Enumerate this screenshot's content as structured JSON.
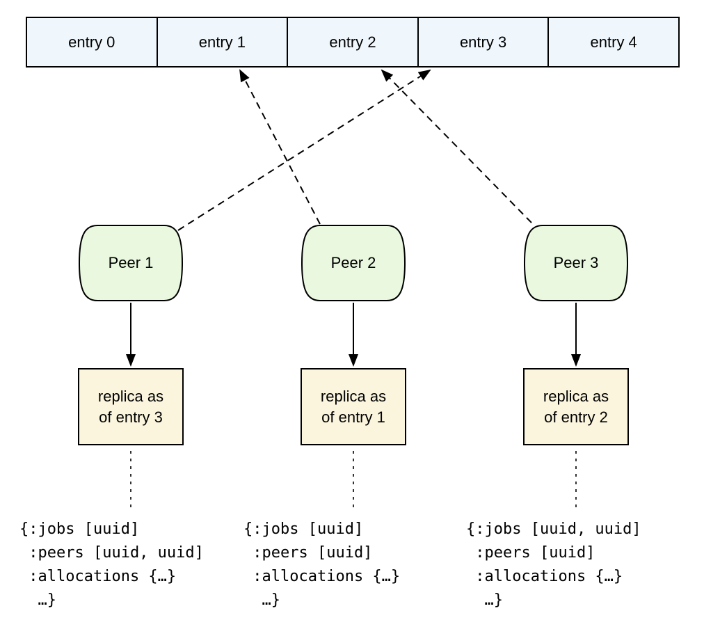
{
  "log": {
    "entries": [
      "entry 0",
      "entry 1",
      "entry 2",
      "entry 3",
      "entry 4"
    ]
  },
  "peers": [
    {
      "label": "Peer 1",
      "points_to_entry": "entry 3",
      "replica": "replica as\nof entry 3",
      "state": "{:jobs [uuid]\n :peers [uuid, uuid]\n :allocations {…}\n  …}"
    },
    {
      "label": "Peer 2",
      "points_to_entry": "entry 1",
      "replica": "replica as\nof entry 1",
      "state": "{:jobs [uuid]\n :peers [uuid]\n :allocations {…}\n  …}"
    },
    {
      "label": "Peer 3",
      "points_to_entry": "entry 2",
      "replica": "replica as\nof entry 2",
      "state": "{:jobs [uuid, uuid]\n :peers [uuid]\n :allocations {…}\n  …}"
    }
  ],
  "colors": {
    "entry_fill": "#eff7fc",
    "peer_fill": "#e9f8df",
    "replica_fill": "#fbf5de",
    "stroke": "#000000"
  }
}
